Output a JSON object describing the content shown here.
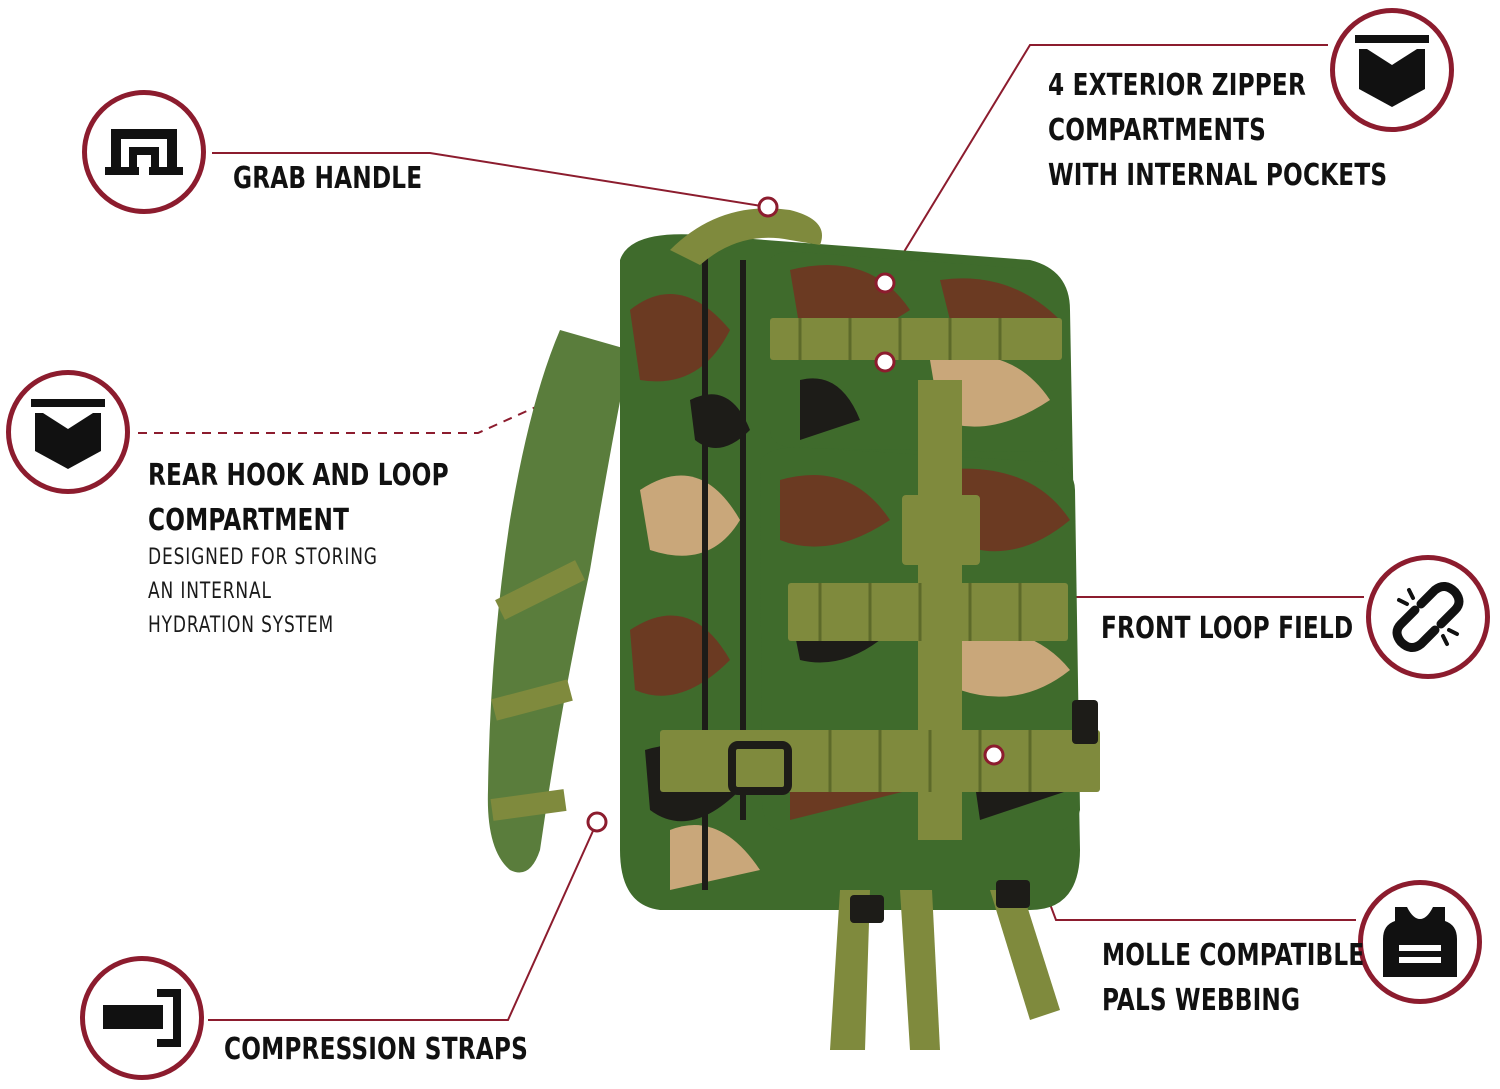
{
  "features": {
    "grab_handle": {
      "lines": [
        "GRAB HANDLE"
      ],
      "icon": "grab-handle-icon"
    },
    "rear_compartment": {
      "lines": [
        "REAR HOOK AND LOOP",
        "COMPARTMENT"
      ],
      "description": [
        "DESIGNED FOR STORING",
        "AN INTERNAL",
        "HYDRATION SYSTEM"
      ],
      "icon": "shield-pocket-icon"
    },
    "compression_straps": {
      "lines": [
        "COMPRESSION STRAPS"
      ],
      "icon": "strap-icon"
    },
    "exterior_zipper": {
      "lines": [
        "4 EXTERIOR ZIPPER",
        "COMPARTMENTS",
        "WITH INTERNAL POCKETS"
      ],
      "icon": "zipper-pocket-icon"
    },
    "front_loop": {
      "lines": [
        "FRONT LOOP FIELD"
      ],
      "icon": "chain-link-icon"
    },
    "molle": {
      "lines": [
        "MOLLE COMPATIBLE",
        "PALS WEBBING"
      ],
      "icon": "vest-icon"
    }
  },
  "colors": {
    "accent": "#8c1c2e",
    "text": "#111111",
    "camo_green": "#3f6b2c",
    "camo_brown": "#6b3a22",
    "camo_tan": "#c9a77a",
    "camo_black": "#1d1c18",
    "webbing": "#7f8a3d"
  }
}
